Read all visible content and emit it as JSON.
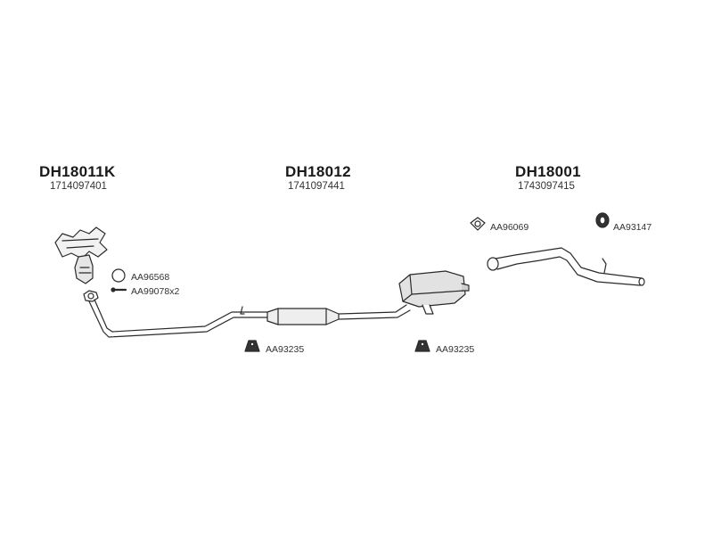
{
  "groups": [
    {
      "title": "DH18011K",
      "oe": "1714097401"
    },
    {
      "title": "DH18012",
      "oe": "1741097441"
    },
    {
      "title": "DH18001",
      "oe": "1743097415"
    }
  ],
  "parts": {
    "gasket_ring": "AA96568",
    "bolts": "AA99078",
    "bolts_qty": "x2",
    "mount_left": "AA93235",
    "mount_right": "AA93235",
    "flange_gasket": "AA96069",
    "rubber_hanger": "AA93147"
  },
  "colors": {
    "line": "#2a2a2a",
    "fill": "#ffffff",
    "shade": "#d8d8d8"
  }
}
